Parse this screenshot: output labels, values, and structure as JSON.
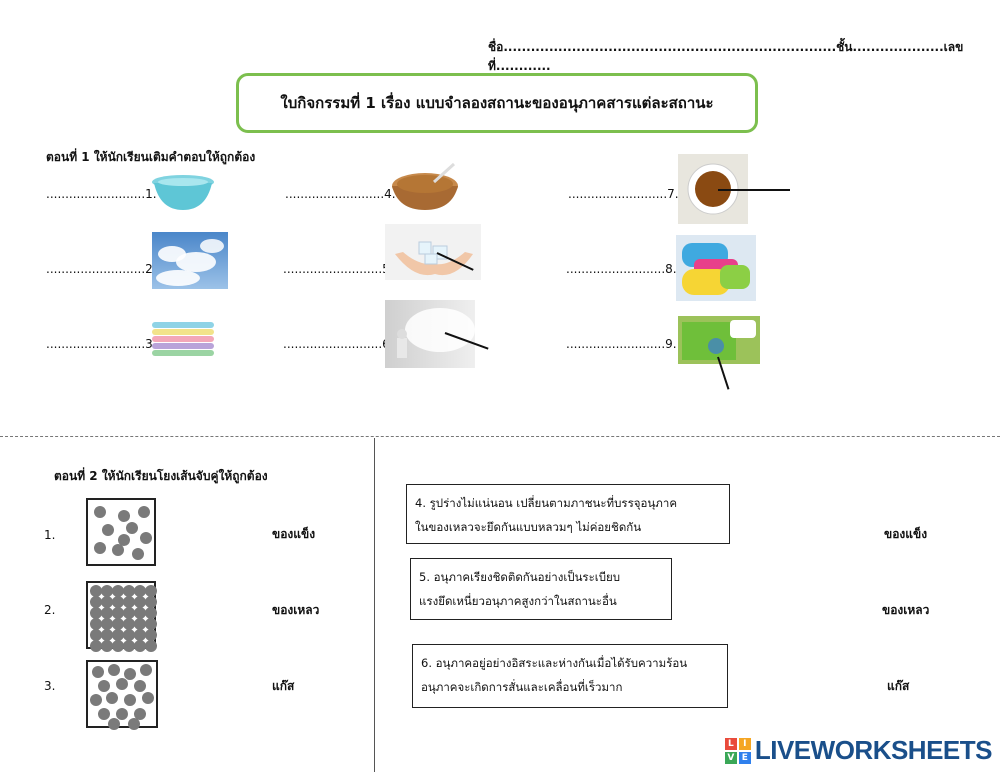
{
  "header": {
    "name_line": "ชื่อ.........................................................................ชั้น....................เลขที่............"
  },
  "title": "ใบกิจกรรมที่ 1 เรื่อง แบบจำลองสถานะของอนุภาคสารแต่ละสถานะ",
  "part1": {
    "heading": "ตอนที่ 1 ให้นักเรียนเติมคำตอบให้ถูกต้อง",
    "items": [
      {
        "label": "..........................1.",
        "image": "plastic-basin-image"
      },
      {
        "label": "..........................2.",
        "image": "cloudy-sky-image"
      },
      {
        "label": "..........................3.",
        "image": "folded-towels-image"
      },
      {
        "label": "..........................4.",
        "image": "brown-sugar-bowl-image"
      },
      {
        "label": "..........................5.",
        "image": "ice-in-hands-image"
      },
      {
        "label": "..........................6.",
        "image": "fog-spraying-image"
      },
      {
        "label": "..........................7.",
        "image": "cup-of-liquid-image"
      },
      {
        "label": "..........................8.",
        "image": "sponges-image"
      },
      {
        "label": "..........................9.",
        "image": "sponge-dish-soap-image"
      }
    ]
  },
  "part2": {
    "heading": "ตอนที่ 2 ให้นักเรียนโยงเส้นจับคู่ให้ถูกต้อง",
    "models": [
      {
        "number": "1.",
        "state": "ของแข็ง",
        "image": "sparse-particles-model"
      },
      {
        "number": "2.",
        "state": "ของเหลว",
        "image": "packed-particles-model"
      },
      {
        "number": "3.",
        "state": "แก๊ส",
        "image": "loose-particles-model"
      }
    ],
    "descriptions": [
      {
        "line1": "4. รูปร่างไม่แน่นอน เปลี่ยนตามภาชนะที่บรรจุอนุภาค",
        "line2": "ในของเหลวจะยึดกันแบบหลวมๆ ไม่ค่อยชิดกัน"
      },
      {
        "line1": "5. อนุภาคเรียงชิดติดกันอย่างเป็นระเบียบ",
        "line2": "แรงยึดเหนี่ยวอนุภาคสูงกว่าในสถานะอื่น"
      },
      {
        "line1": "6. อนุภาคอยู่อย่างอิสระและห่างกันเมื่อได้รับความร้อน",
        "line2": "อนุภาคจะเกิดการสั่นและเคลื่อนที่เร็วมาก"
      }
    ],
    "right_states": [
      "ของแข็ง",
      "ของเหลว",
      "แก๊ส"
    ]
  },
  "logo": {
    "text": "LIVEWORKSHEETS",
    "letters": [
      "L",
      "I",
      "V",
      "E"
    ],
    "colors": [
      "#e94b3c",
      "#f5a623",
      "#3aa757",
      "#2f80ed"
    ]
  }
}
